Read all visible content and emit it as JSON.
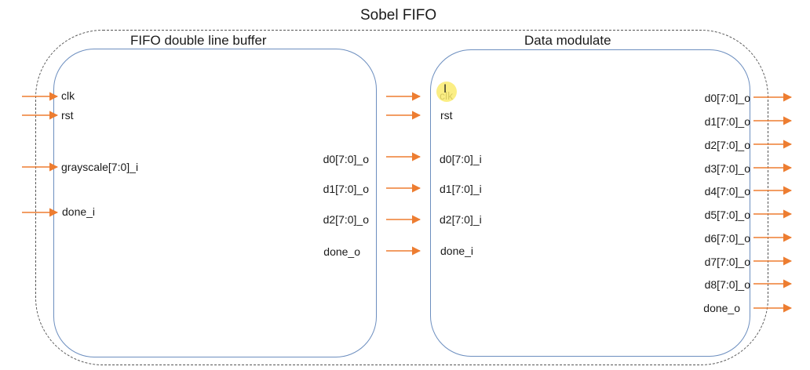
{
  "diagram": {
    "title": "Sobel FIFO",
    "left_block": {
      "title": "FIFO double line buffer",
      "inputs": [
        "clk",
        "rst",
        "grayscale[7:0]_i",
        "done_i"
      ],
      "outputs": [
        "d0[7:0]_o",
        "d1[7:0]_o",
        "d2[7:0]_o",
        "done_o"
      ]
    },
    "right_block": {
      "title": "Data modulate",
      "inputs": [
        "clk",
        "rst",
        "d0[7:0]_i",
        "d1[7:0]_i",
        "d2[7:0]_i",
        "done_i"
      ],
      "outputs": [
        "d0[7:0]_o",
        "d1[7:0]_o",
        "d2[7:0]_o",
        "d3[7:0]_o",
        "d4[7:0]_o",
        "d5[7:0]_o",
        "d6[7:0]_o",
        "d7[7:0]_o",
        "d8[7:0]_o",
        "done_o"
      ]
    },
    "colors": {
      "arrow": "#ed7d31",
      "block_border": "#6c8ebf",
      "outer_border": "#555555",
      "cursor_highlight": "#fae66e"
    }
  }
}
